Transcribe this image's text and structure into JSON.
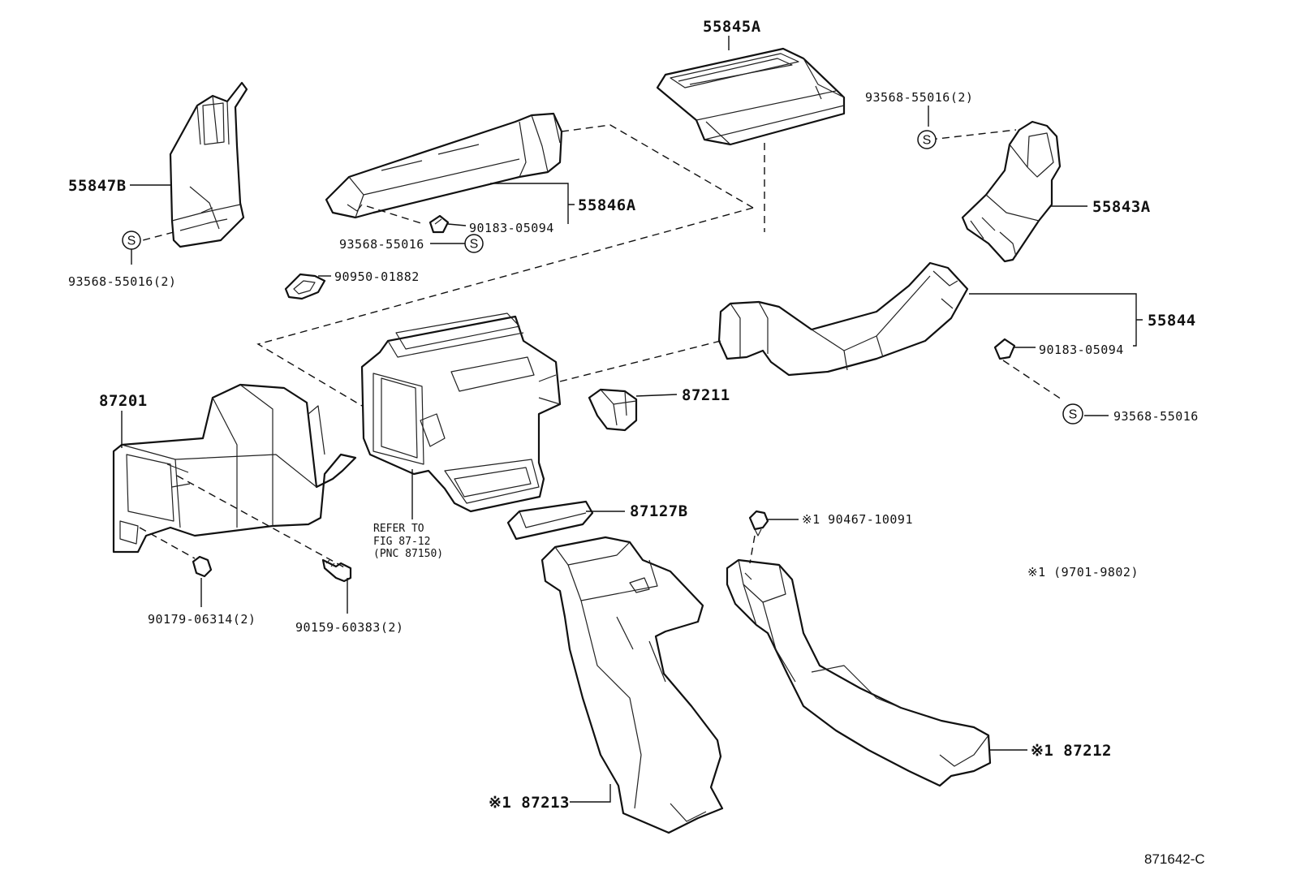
{
  "labels": {
    "p55845A": "55845A",
    "p55847B": "55847B",
    "p55846A": "55846A",
    "p55843A": "55843A",
    "p55844": "55844",
    "p87201": "87201",
    "p87211": "87211",
    "p87127B": "87127B",
    "clip_90183_a": "90183-05094",
    "clip_90183_b": "90183-05094",
    "screw_93568_center": "93568-55016",
    "screw_93568_left": "93568-55016(2)",
    "screw_93568_topright": "93568-55016(2)",
    "screw_93568_right": "93568-55016",
    "seal_90950": "90950-01882",
    "nut_90179": "90179-06314(2)",
    "bolt_90159": "90159-60383(2)",
    "clip_90467": "※1 90467-10091",
    "duct_87212": "※1 87212",
    "duct_87213": "※1 87213",
    "footnote_note": "※1 (9701-9802)",
    "refer_line1": "REFER TO",
    "refer_line2": "FIG 87-12",
    "refer_line3": "(PNC 87150)"
  },
  "symbols": {
    "screw": "S"
  },
  "figure_code": "871642-C"
}
